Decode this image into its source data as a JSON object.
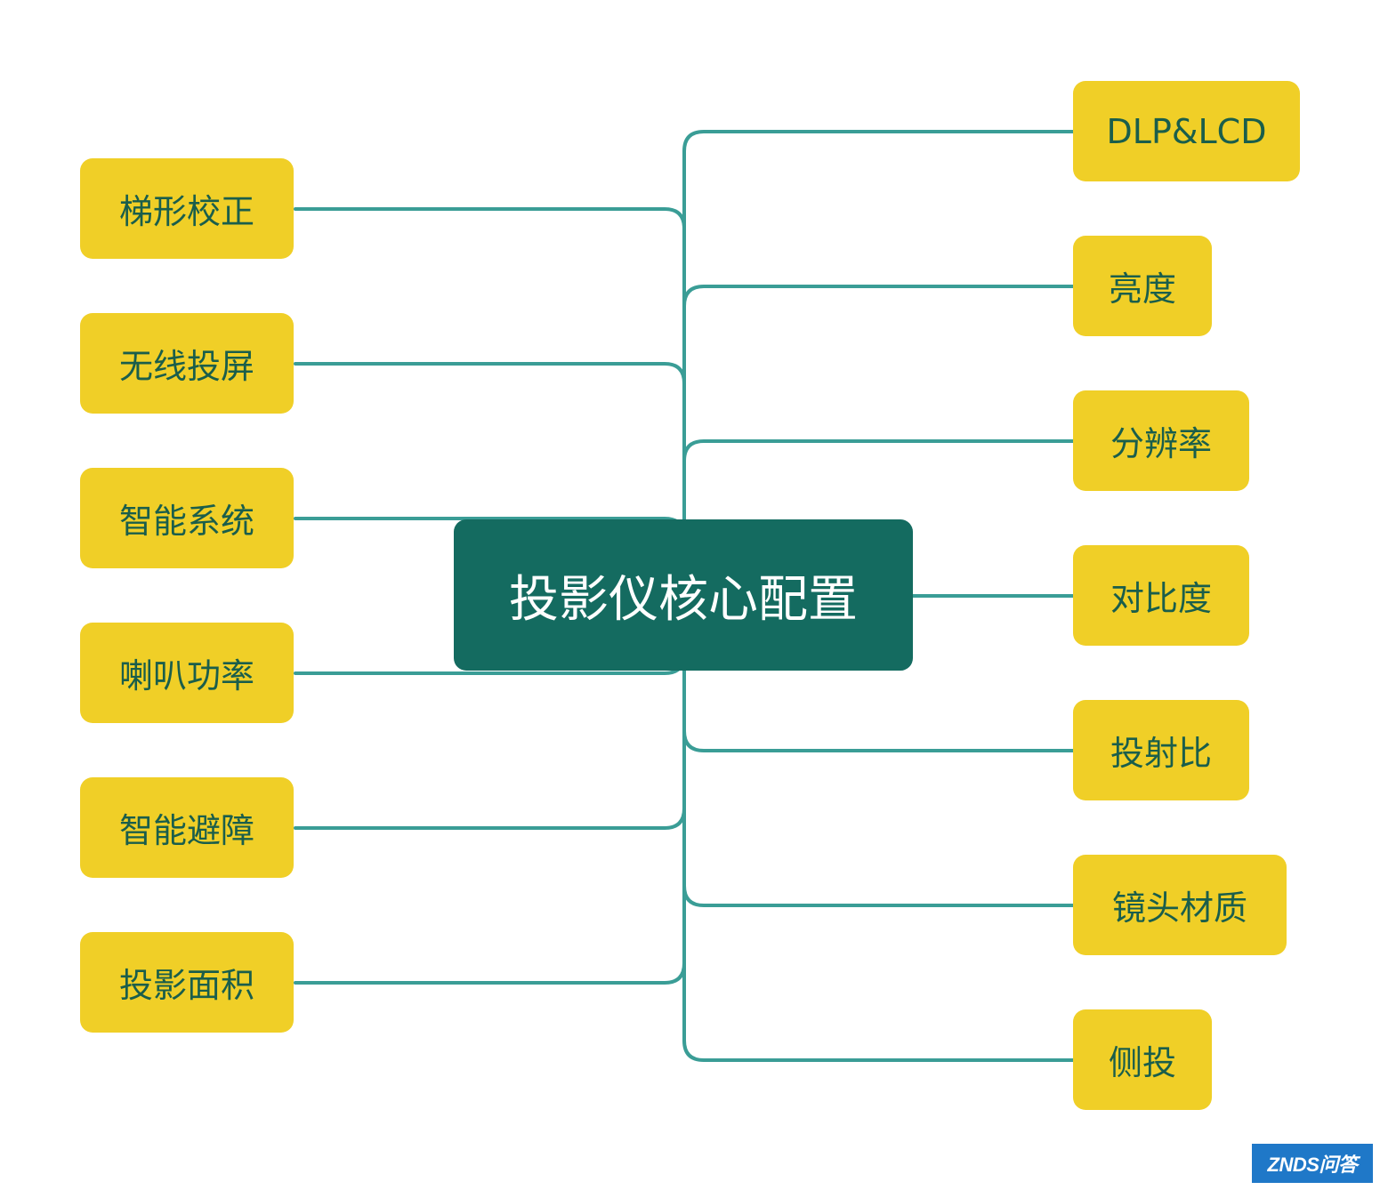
{
  "center": {
    "label": "投影仪核心配置"
  },
  "left_branches": [
    {
      "label": "梯形校正"
    },
    {
      "label": "无线投屏"
    },
    {
      "label": "智能系统"
    },
    {
      "label": "喇叭功率"
    },
    {
      "label": "智能避障"
    },
    {
      "label": "投影面积"
    }
  ],
  "right_branches": [
    {
      "label": "DLP&LCD"
    },
    {
      "label": "亮度"
    },
    {
      "label": "分辨率"
    },
    {
      "label": "对比度"
    },
    {
      "label": "投射比"
    },
    {
      "label": "镜头材质"
    },
    {
      "label": "侧投"
    }
  ],
  "watermark": {
    "text": "ZNDS问答"
  },
  "colors": {
    "node_fill": "#f0cf27",
    "node_text": "#1a5e4b",
    "center_fill": "#146b60",
    "center_text": "#ffffff",
    "connector": "#3a9d96"
  }
}
